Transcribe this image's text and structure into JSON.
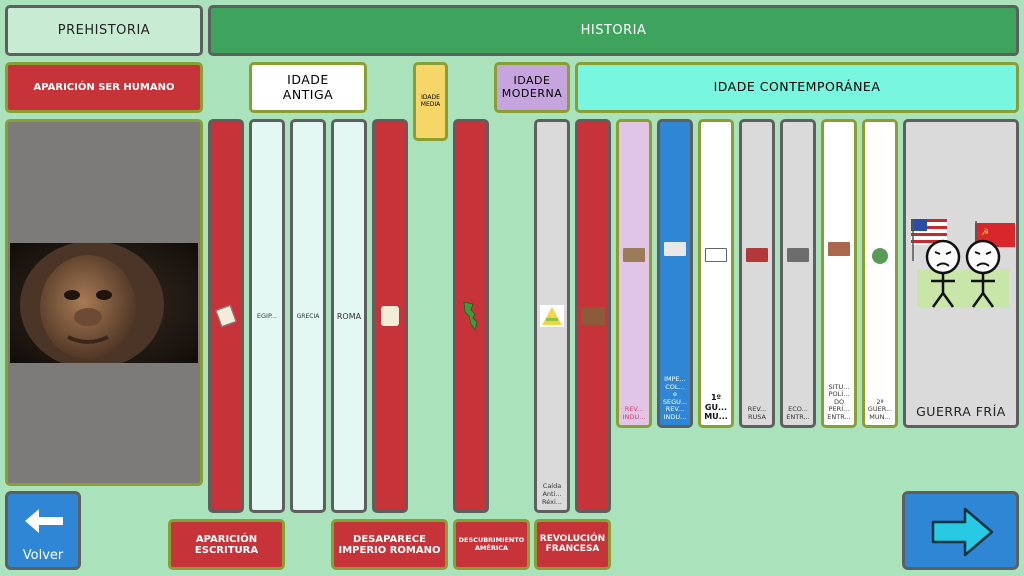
{
  "header": {
    "prehistory": "PREHISTORIA",
    "history": "HISTORIA"
  },
  "eras": {
    "appearance": "APARICIÓN SER HUMANO",
    "ancient_1": "IDADE",
    "ancient_2": "ANTIGA",
    "medieval_1": "IDADE",
    "medieval_2": "MEDIA",
    "modern_1": "IDADE",
    "modern_2": "MODERNA",
    "contemporary": "IDADE CONTEMPORÁNEA"
  },
  "columns": {
    "egypt": "EGIP...",
    "greece": "GRECIA",
    "rome": "ROMA",
    "fall_1": "Caída",
    "fall_2": "Anti...",
    "fall_3": "Réxi...",
    "ind_rev_1": "REV...",
    "ind_rev_2": "INDU...",
    "imp_1": "IMPE...",
    "imp_2": "COL...",
    "imp_3": "e",
    "imp_4": "SEGU...",
    "imp_5": "REV...",
    "imp_6": "INDU...",
    "ww1_1": "1º",
    "ww1_2": "GU...",
    "ww1_3": "MU...",
    "rus_1": "REV...",
    "rus_2": "RUSA",
    "eco_1": "ECO...",
    "eco_2": "ENTR...",
    "sit_1": "SITU...",
    "sit_2": "POLÍ...",
    "sit_3": "DO",
    "sit_4": "PERÍ...",
    "sit_5": "ENTR...",
    "ww2_1": "2ª",
    "ww2_2": "GUER...",
    "ww2_3": "MUN...",
    "cold_war": "GUERRA FRÍA"
  },
  "events": {
    "writing_1": "APARICIÓN",
    "writing_2": "ESCRITURA",
    "rome_fall_1": "DESAPARECE",
    "rome_fall_2": "IMPERIO ROMANO",
    "america_1": "DESCUBRIMIENTO",
    "america_2": "AMÉRICA",
    "french_1": "REVOLUCIÓN",
    "french_2": "FRANCESA"
  },
  "nav": {
    "back": "Volver"
  },
  "colors": {
    "background": "#a9e2bb",
    "red": "#c6343a",
    "green": "#3ea35d",
    "mint": "#e4f8f3",
    "lavender": "#e0c5e6",
    "blue": "#2e86d4",
    "yellow": "#f6d667",
    "cyan": "#79f6e0",
    "purple": "#c6a5df"
  }
}
